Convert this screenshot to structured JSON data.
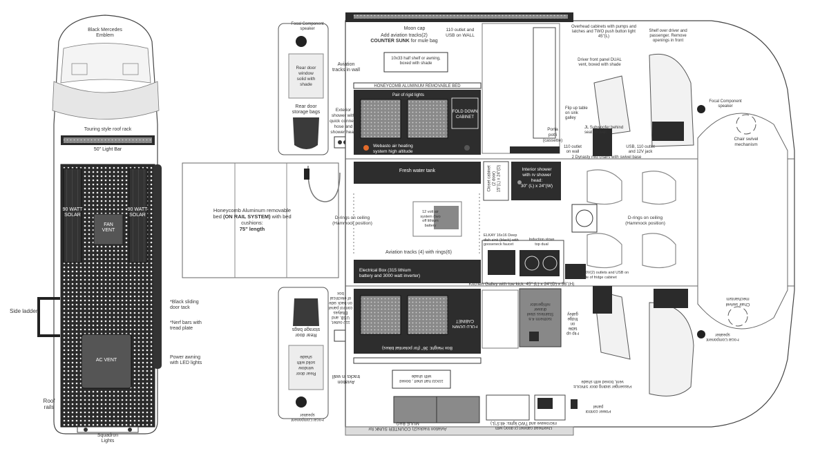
{
  "colors": {
    "dark": "#2b2b2b",
    "mid": "#7a7a7a",
    "light": "#d9d9d9",
    "line": "#555555",
    "accent": "#e26b2b",
    "blue": "#5aa8d8"
  },
  "roof": {
    "emblem": "Black Mercedes\nEmblem",
    "rack": "Touring style roof rack",
    "light_bar": "50\" Light Bar",
    "solar_left": "90 WATT\nSOLAR",
    "solar_right": "90 WATT\nSOLAR",
    "fan_vent": "FAN\nVENT",
    "ac_vent": "AC VENT",
    "side_ladder": "Side ladder",
    "roof_rails": "Roof\nrails",
    "squadron": "Squadron\nLights"
  },
  "side_notes": {
    "sliding_door": "*Black sliding\ndoor tack",
    "nerf_bars": "*Nerf bars with\ntread plate",
    "awning": "Power awning\nwith LED lights"
  },
  "bed": {
    "label_line1": "Honeycomb Aluminum removable",
    "label_line2_pre": "bed ",
    "label_line2_bold": "(ON RAIL SYSTEM)",
    "label_line2_post": " with bed",
    "label_line3": "cushions:",
    "length": "75\" length"
  },
  "rear_doors_top": {
    "speaker": "Focal Component\nspeaker",
    "window": "Rear door\nwindow\nsolid with\nshade",
    "bags": "Rear door\nstorage bags",
    "tracks": "Aviation\ntracks in wall",
    "shower": "Exterior\nshower with\nquick connect\nhose and\nshower head"
  },
  "rear_doors_bottom": {
    "speaker": "Focal Component\nspeaker",
    "window": "Rear door\nwindow\nsolid with\nshade",
    "bags": "Rear door\nstorage bags",
    "tracks": "Aviation\ntracks in wall",
    "outlet": "110 outlet,\nUSB, and\nEltalyas\ncontrol panel\non back side\nof electrical\nbox"
  },
  "top_wall": {
    "moon_cap": "Moon cap",
    "tracks_line1": "Add aviation tracks(2)",
    "tracks_bold": "COUNTER SUNK",
    "tracks_post": " for mule bag",
    "outlet": "110 outlet and\nUSB on WALL",
    "shelf": "10x33 half shelf or awning,\nboxed with shade",
    "honeycomb": "HONEYCOMB ALUMINUM REMOVABLE BED",
    "rigid_lights": "Pair of rigid lights",
    "fold_down": "FOLD DOWN\nCABINET",
    "webasto": "Webasto air heating\nsystem high altitude",
    "porta_potti": "Porta\npotti\n(cassette)",
    "overhead": "Overhead cabinets with pumps and\nlatches and TWO push button light\n45\"(L)",
    "shelf_driver": "Shelf over driver and\npassenger. Remove\nopenings in front",
    "driver_panel": "Driver front panel DUAL\nvent, boxed with shade",
    "flip_table": "Flip up table\non sink\ngalley",
    "subwoofer": "JL Subwoofer behind\nseat on wall",
    "outlet_wall": "110 outlet\non wall",
    "usb_jack": "USB, 110 outlet\nand 12V jack",
    "focal_front": "Focal Component\nspeaker",
    "chair_swivel": "Chair swivel\nmechanism"
  },
  "middle": {
    "fresh_water": "Fresh water tank",
    "closet": "Closet cabinet\n(2 door)\n15\"(L) x 24\"(D)",
    "shower_line1": "Interior shower",
    "shower_line2": "with rv shower",
    "shower_line3": "head:",
    "shower_line4": "30\" (L) x 24\"(W)",
    "battery": "12 volt air\nsystem (two\noff lithium\nbattery",
    "d_rings_left": "D-rings on ceiling\n(Hammock position)",
    "d_rings_right": "D-rings on ceiling\n(Hammock position)",
    "aviation_rings": "Aviation tracks (4) with rings(6)",
    "electrical_box": "Electrical Box (315 lithium\nbattery and 3000 watt inverter)",
    "elkay": "ELKAY 16x16 Deep\ndish sink (black) with\ngooseneck faucet",
    "induction": "Induction stove\ntop dual",
    "fridge_outlet": "110V(2) outlets and USB on\nside of fridge cabinet",
    "galley": "Kitchen Galley with toe kick: 45\" (L) x 24\"(D) x 36\"(H)",
    "mid_chairs": "2 Dynasty mid chairs with swivel base"
  },
  "bottom_wall": {
    "box_height": "Box Height: 36\" (for potential bikes)",
    "fold_down": "FOLD DOWN\nCABINET",
    "fridge": "Isotherm 4.6\nStainless steel\ndrawer\nrefrigerator",
    "flip_fridge": "Flip up\ntable\non\nfridge\ngalley",
    "shelf": "10x33 half shelf , boxed\nwith shade",
    "mule_bag_line1": "Aviation tracks(2) COUNTER SUNK for",
    "mule_bag_line2": "MULE BAG",
    "overhead": "Overhead cabinet (3 door) with\nmicrowave and TWO lights: 48.5\"(L)",
    "passenger_door": "Passenger sliding door SINGLE\nvent, boxed with shade",
    "power_panel": "Power control\npanel",
    "focal": "Focal Component\nspeaker",
    "chair_swivel": "Chair swivel\nmechanism"
  }
}
